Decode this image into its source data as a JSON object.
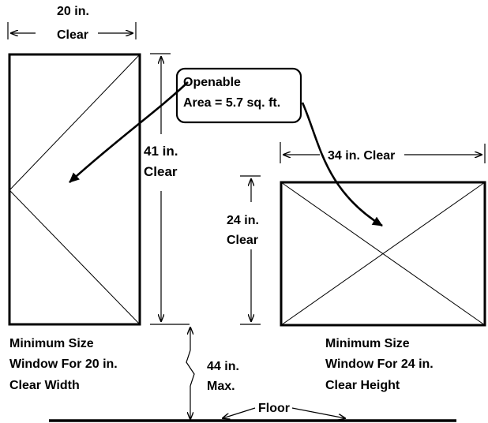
{
  "dims": {
    "width_top": [
      "20 in.",
      "Clear"
    ],
    "height_left": [
      "41 in.",
      "Clear"
    ],
    "width_right": "34 in. Clear",
    "height_right": [
      "24 in.",
      "Clear"
    ],
    "sill": [
      "44 in.",
      "Max."
    ]
  },
  "callout": [
    "Openable",
    "Area = 5.7 sq. ft."
  ],
  "captions": {
    "left": [
      "Minimum Size",
      "Window For 20 in.",
      "Clear Width"
    ],
    "right": [
      "Minimum Size",
      "Window For 24 in.",
      "Clear Height"
    ]
  },
  "floor_label": "Floor",
  "colors": {
    "ink": "#000000",
    "background": "#ffffff"
  }
}
